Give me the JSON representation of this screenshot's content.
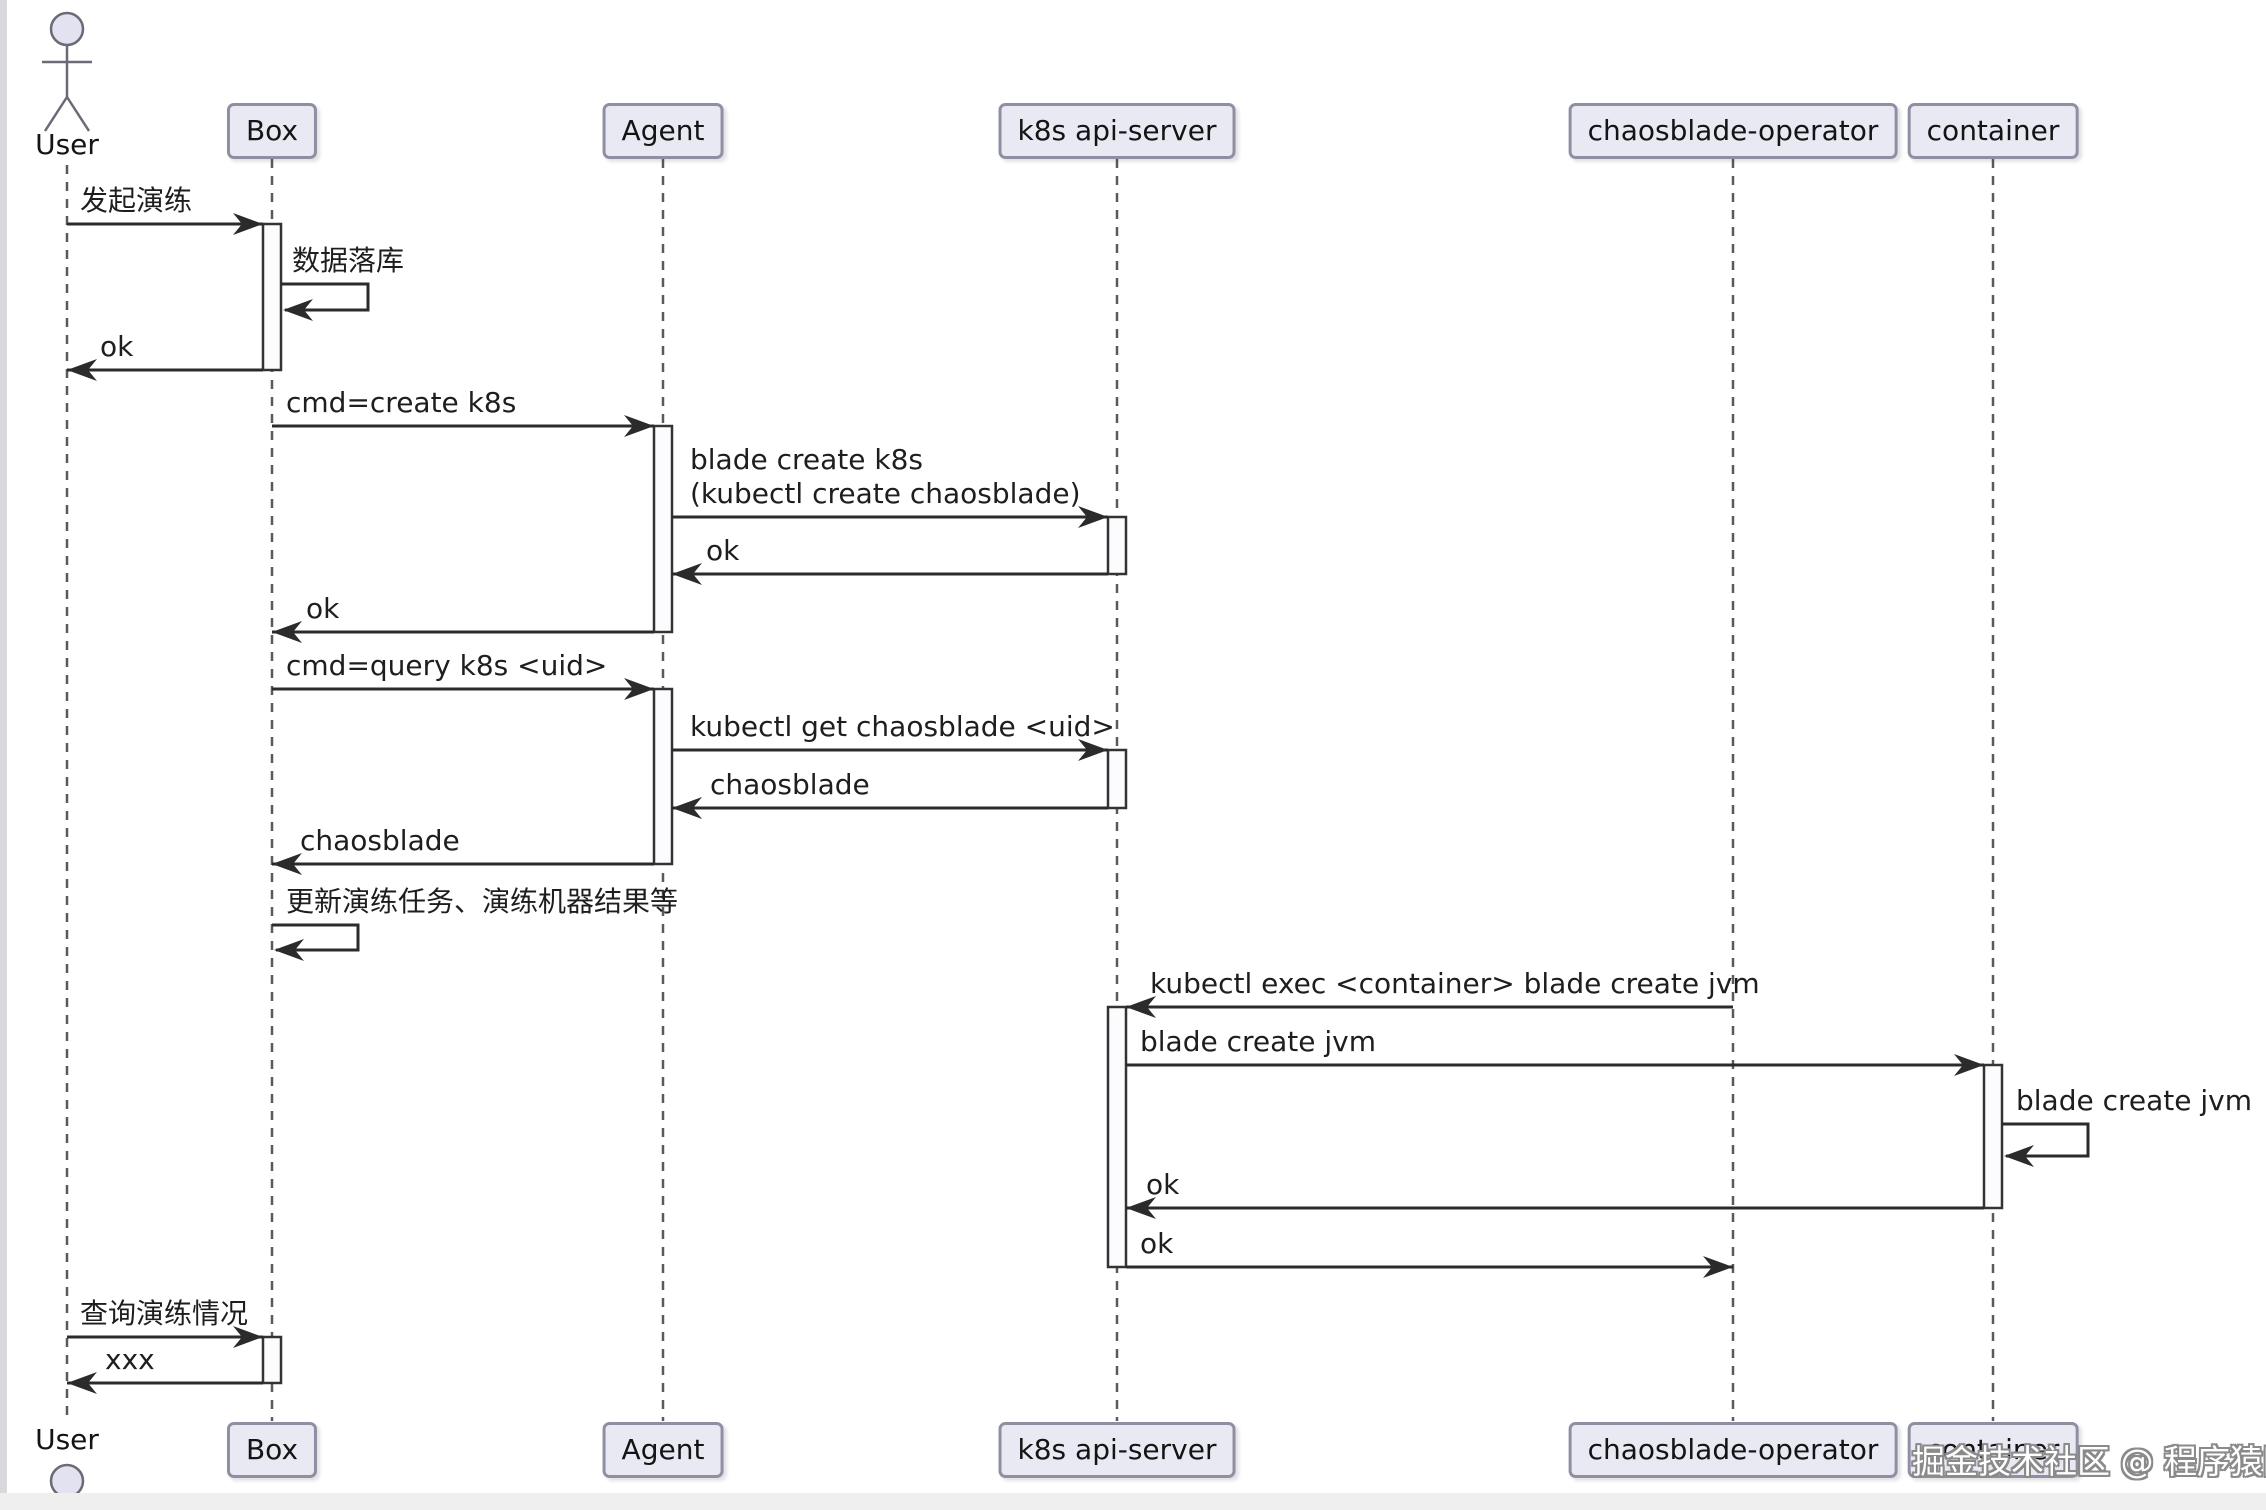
{
  "diagram": {
    "participants": [
      {
        "id": "user",
        "label": "User",
        "type": "actor"
      },
      {
        "id": "box",
        "label": "Box",
        "type": "participant"
      },
      {
        "id": "agent",
        "label": "Agent",
        "type": "participant"
      },
      {
        "id": "k8s",
        "label": "k8s api-server",
        "type": "participant"
      },
      {
        "id": "operator",
        "label": "chaosblade-operator",
        "type": "participant"
      },
      {
        "id": "container",
        "label": "container",
        "type": "participant"
      }
    ],
    "messages": [
      {
        "from": "User",
        "to": "Box",
        "label": "发起演练"
      },
      {
        "from": "Box",
        "to": "Box",
        "label": "数据落库"
      },
      {
        "from": "Box",
        "to": "User",
        "label": "ok"
      },
      {
        "from": "Box",
        "to": "Agent",
        "label": "cmd=create k8s"
      },
      {
        "from": "Agent",
        "to": "k8s api-server",
        "label": "blade create k8s\n(kubectl create chaosblade)"
      },
      {
        "from": "k8s api-server",
        "to": "Agent",
        "label": "ok"
      },
      {
        "from": "Agent",
        "to": "Box",
        "label": "ok"
      },
      {
        "from": "Box",
        "to": "Agent",
        "label": "cmd=query k8s <uid>"
      },
      {
        "from": "Agent",
        "to": "k8s api-server",
        "label": "kubectl get chaosblade <uid>"
      },
      {
        "from": "k8s api-server",
        "to": "Agent",
        "label": "chaosblade"
      },
      {
        "from": "Agent",
        "to": "Box",
        "label": "chaosblade"
      },
      {
        "from": "Box",
        "to": "Box",
        "label": "更新演练任务、演练机器结果等"
      },
      {
        "from": "chaosblade-operator",
        "to": "k8s api-server",
        "label": "kubectl exec <container> blade create jvm"
      },
      {
        "from": "k8s api-server",
        "to": "container",
        "label": "blade create jvm"
      },
      {
        "from": "container",
        "to": "container",
        "label": "blade create jvm"
      },
      {
        "from": "container",
        "to": "k8s api-server",
        "label": "ok"
      },
      {
        "from": "k8s api-server",
        "to": "chaosblade-operator",
        "label": "ok"
      },
      {
        "from": "User",
        "to": "Box",
        "label": "查询演练情况"
      },
      {
        "from": "Box",
        "to": "User",
        "label": "xxx"
      }
    ]
  },
  "watermark": "掘金技术社区 @ 程序猿阿越",
  "colors": {
    "participant_fill": "#E9E9F4",
    "participant_border": "#8F8FA3",
    "actor_head_fill": "#E2E2F0",
    "message_line": "#2B2B2B",
    "lifeline": "#5A5A5A",
    "activation_fill": "#FCFCFE",
    "background": "#FFFFFF"
  }
}
